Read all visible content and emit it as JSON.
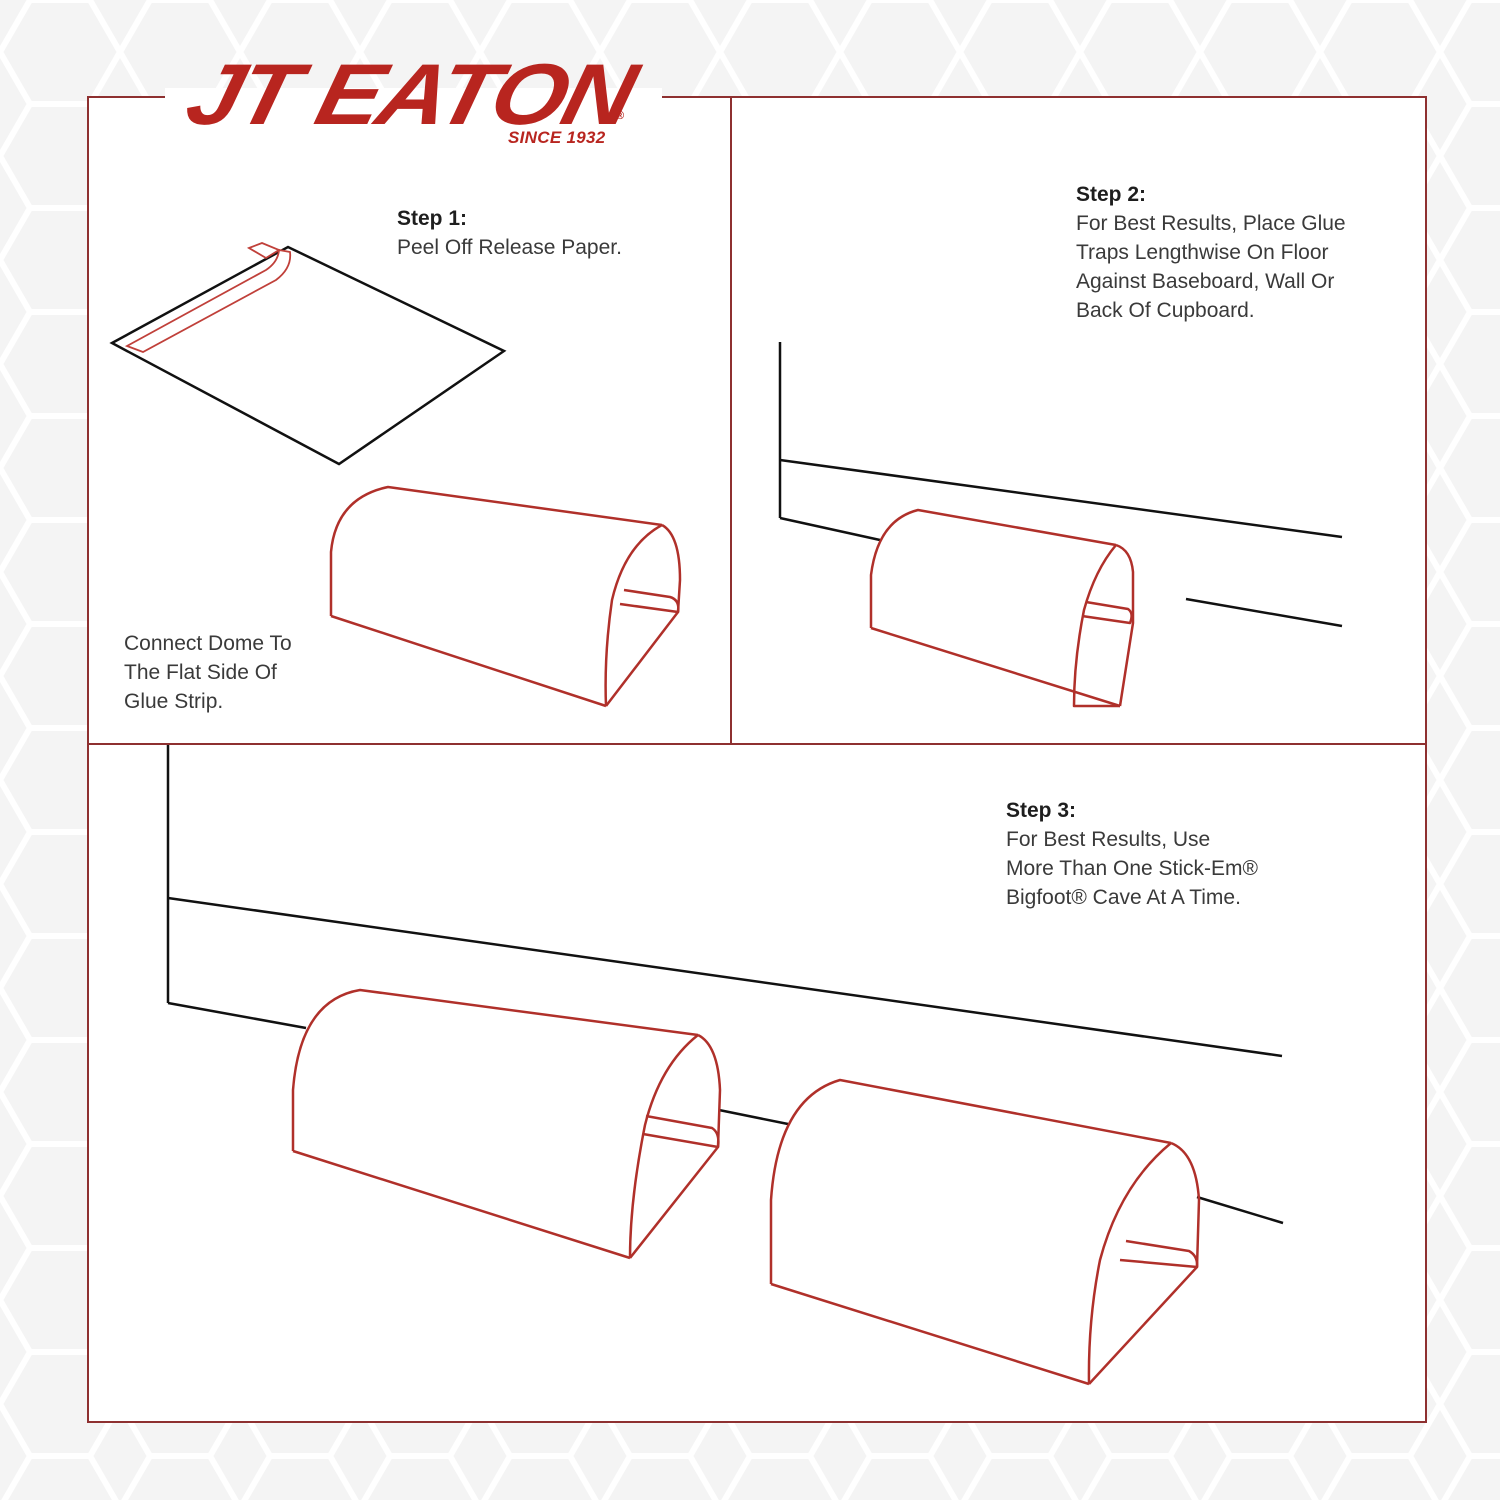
{
  "brand": {
    "name": "JT EATON",
    "registered_mark": "®",
    "tagline": "SINCE 1932",
    "color": "#b8251f"
  },
  "colors": {
    "frame": "#8e3030",
    "trap_outline": "#b0302a",
    "wall_lines": "#111111",
    "background": "#f4f4f4",
    "panel": "#ffffff"
  },
  "steps": [
    {
      "title": "Step 1:",
      "lines": [
        "Peel Off Release Paper."
      ],
      "illustration": "glue-board-peel"
    },
    {
      "title": "Step 2:",
      "lines": [
        "For Best Results, Place Glue",
        "Traps Lengthwise On Floor",
        "Against Baseboard, Wall Or",
        "Back Of Cupboard."
      ],
      "illustration": "single-cave-against-wall"
    },
    {
      "title": "Step 3:",
      "lines": [
        "For Best Results, Use",
        "More Than One Stick-Em®",
        "Bigfoot® Cave At A Time."
      ],
      "illustration": "two-caves-against-wall"
    }
  ],
  "note": {
    "lines": [
      "Connect Dome To",
      "The Flat Side Of",
      "Glue Strip."
    ],
    "illustration": "dome-cave"
  }
}
